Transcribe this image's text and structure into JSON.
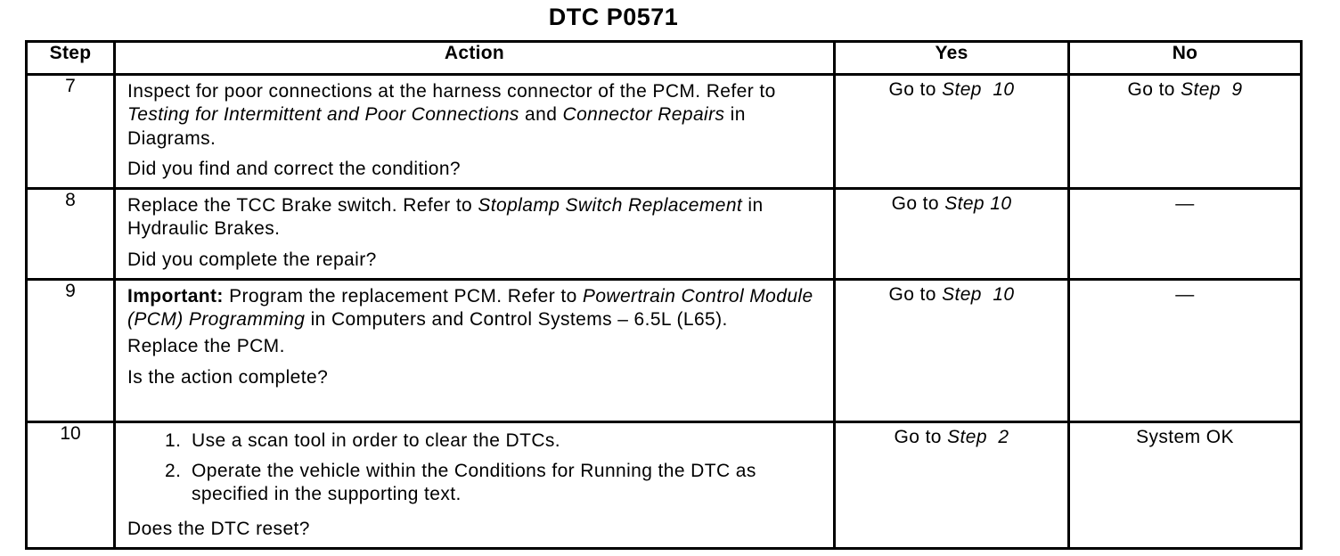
{
  "title": "DTC P0571",
  "accent_colors": {
    "border": "#000000",
    "background": "#ffffff",
    "text": "#000000"
  },
  "table": {
    "headers": {
      "step": "Step",
      "action": "Action",
      "yes": "Yes",
      "no": "No"
    },
    "rows": [
      {
        "step": "7",
        "paragraphs": [
          {
            "segments": [
              {
                "t": "Inspect for poor connections at the harness connector of the PCM. Refer to "
              },
              {
                "t": "Testing for Intermittent and Poor Connections",
                "i": true
              },
              {
                "t": " and "
              },
              {
                "t": "Connector Repairs",
                "i": true
              },
              {
                "t": " in Diagrams."
              }
            ]
          }
        ],
        "question": "Did you find and correct the condition?",
        "yes": {
          "prefix": "Go to ",
          "italic": "Step  10"
        },
        "no": {
          "prefix": "Go to ",
          "italic": "Step  9"
        }
      },
      {
        "step": "8",
        "paragraphs": [
          {
            "segments": [
              {
                "t": "Replace the TCC Brake switch. Refer to "
              },
              {
                "t": "Stoplamp Switch Replacement",
                "i": true
              },
              {
                "t": " in Hydraulic Brakes."
              }
            ]
          }
        ],
        "question": "Did you complete the repair?",
        "yes": {
          "prefix": "Go to ",
          "italic": "Step 10"
        },
        "no": {
          "dash": "—"
        }
      },
      {
        "step": "9",
        "paragraphs": [
          {
            "segments": [
              {
                "t": "Important:",
                "b": true
              },
              {
                "t": " Program the replacement PCM. Refer to "
              },
              {
                "t": "Powertrain Control Module (PCM) Programming",
                "i": true
              },
              {
                "t": " in Computers and Control Systems – 6.5L (L65)."
              }
            ]
          },
          {
            "segments": [
              {
                "t": "Replace the PCM."
              }
            ]
          }
        ],
        "question": "Is the action complete?",
        "yes": {
          "prefix": "Go to ",
          "italic": "Step  10"
        },
        "no": {
          "dash": "—"
        }
      },
      {
        "step": "10",
        "list": [
          {
            "num": "1.",
            "segments": [
              {
                "t": "Use a scan tool in order to clear the DTCs."
              }
            ]
          },
          {
            "num": "2.",
            "segments": [
              {
                "t": "Operate the vehicle within the Conditions for Running the DTC as specified in the supporting text."
              }
            ]
          }
        ],
        "question": "Does the DTC reset?",
        "yes": {
          "prefix": "Go to ",
          "italic": "Step  2"
        },
        "no": {
          "plain": "System OK"
        }
      }
    ]
  }
}
